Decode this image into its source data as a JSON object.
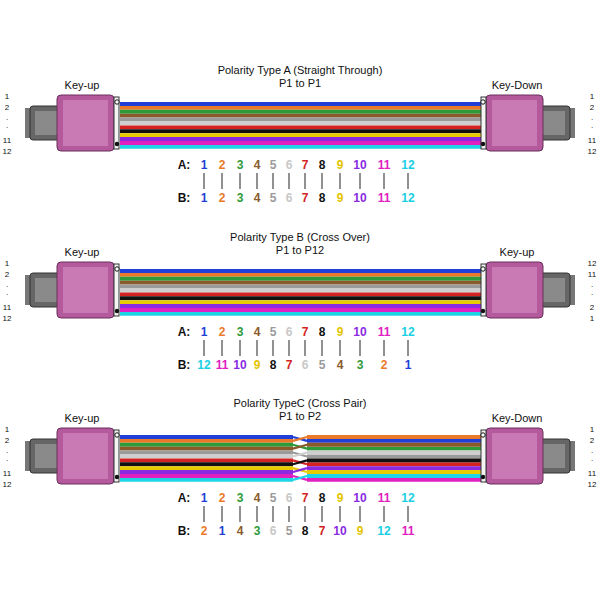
{
  "diagram": {
    "labels": [
      "Polarity Type A (Straight Through)",
      "P1 to P1",
      "Key-up",
      "Key-Down",
      "1",
      "2",
      ".",
      ".",
      "11",
      "12",
      "1",
      "2",
      ".",
      ".",
      "11",
      "12",
      "A:",
      "1",
      "2",
      "3",
      "4",
      "5",
      "6",
      "7",
      "8",
      "9",
      "10",
      "11",
      "12",
      "B:",
      "1",
      "2",
      "3",
      "4",
      "5",
      "6",
      "7",
      "8",
      "9",
      "10",
      "11",
      "12",
      "Polarity Type B (Cross Over)",
      "P1 to P12",
      "Key-up",
      "Key-up",
      "1",
      "2",
      ".",
      ".",
      "11",
      "12",
      "12",
      "11",
      ".",
      ".",
      "2",
      "1",
      "A:",
      "1",
      "2",
      "3",
      "4",
      "5",
      "6",
      "7",
      "8",
      "9",
      "10",
      "11",
      "12",
      "B:",
      "12",
      "11",
      "10",
      "9",
      "8",
      "7",
      "6",
      "5",
      "4",
      "3",
      "2",
      "1",
      "Polarity TypeC (Cross Pair)",
      "P1 to P2",
      "Key-up",
      "Key-Down",
      "1",
      "2",
      ".",
      ".",
      "11",
      "12",
      "1",
      "2",
      ".",
      ".",
      "11",
      "12",
      "A:",
      "1",
      "2",
      "3",
      "4",
      "5",
      "6",
      "7",
      "8",
      "9",
      "10",
      "11",
      "12",
      "B:",
      "2",
      "1",
      "4",
      "3",
      "6",
      "5",
      "8",
      "7",
      "10",
      "9",
      "12",
      "11"
    ]
  }
}
